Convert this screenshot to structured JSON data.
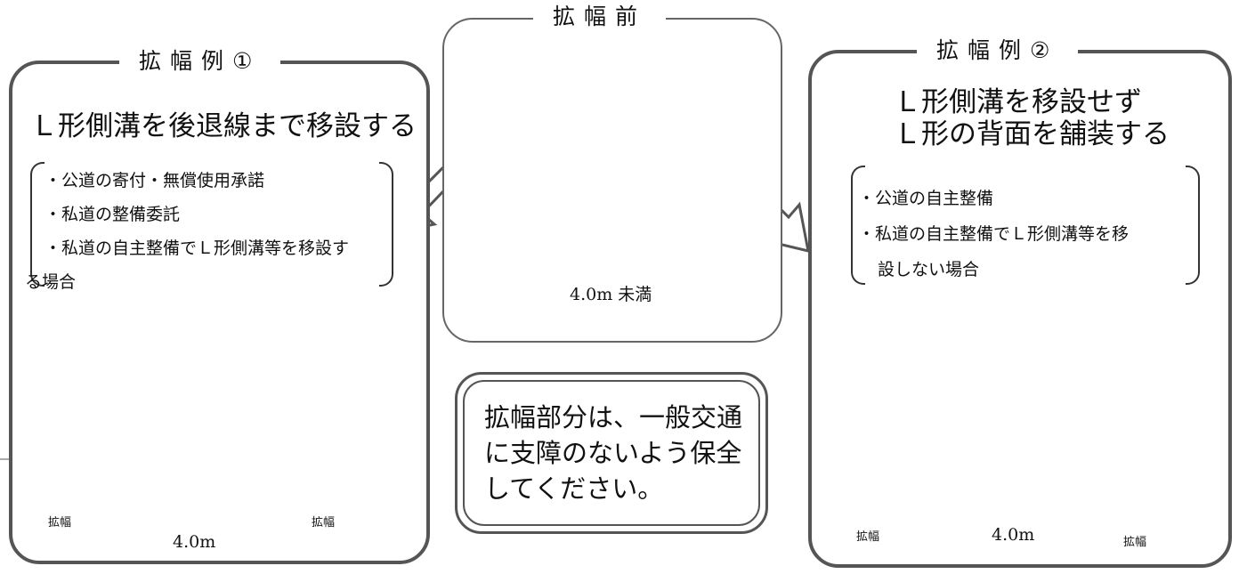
{
  "before": {
    "title": "拡幅前",
    "dimension": "4.0m 未満"
  },
  "example1": {
    "title": "拡幅例①",
    "heading": "Ｌ形側溝を後退線まで移設する",
    "items": [
      "・公道の寄付・無償使用承諾",
      "・私道の整備委託",
      "・私道の自主整備でＬ形側溝等を移設す",
      "る場合"
    ],
    "widen_label": "拡幅",
    "dimension": "4.0m"
  },
  "example2": {
    "title": "拡幅例②",
    "heading_line1": "Ｌ形側溝を移設せず",
    "heading_line2": "Ｌ形の背面を舗装する",
    "items": [
      "・公道の自主整備",
      "・私道の自主整備でＬ形側溝等を移",
      "設しない場合"
    ],
    "widen_label": "拡幅",
    "dimension": "4.0m"
  },
  "note": {
    "text": "拡幅部分は、一般交通に支障のないよう保全してください。"
  },
  "colors": {
    "border": "#555555",
    "widen_arrow": "#5b8fd1",
    "road": "#6d6d6d"
  }
}
